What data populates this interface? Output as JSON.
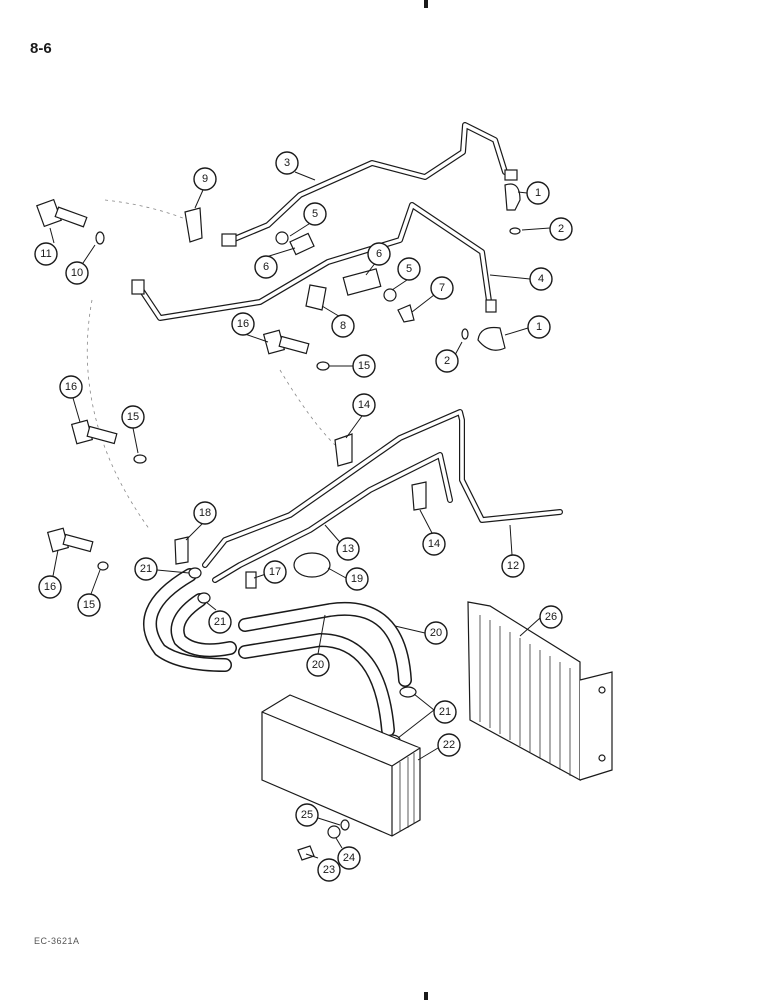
{
  "page": {
    "number": "8-6",
    "figure_code": "EC-3621A"
  },
  "callouts": [
    "1",
    "2",
    "3",
    "1",
    "2",
    "4",
    "5",
    "5",
    "6",
    "6",
    "7",
    "8",
    "9",
    "10",
    "11",
    "12",
    "13",
    "14",
    "14",
    "15",
    "15",
    "15",
    "16",
    "16",
    "16",
    "17",
    "18",
    "19",
    "20",
    "20",
    "21",
    "21",
    "21",
    "22",
    "23",
    "24",
    "25",
    "26"
  ]
}
